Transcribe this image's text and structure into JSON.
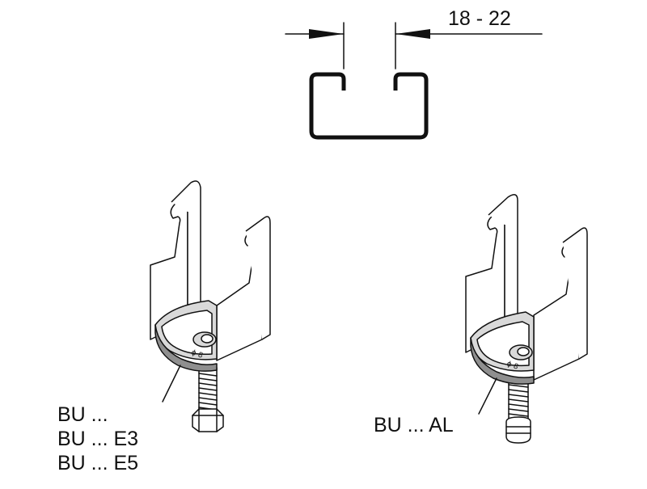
{
  "dimension_label": "18 - 22",
  "left_clamp_labels": [
    "BU ...",
    "BU ... E3",
    "BU ... E5"
  ],
  "right_clamp_label": "BU ... AL"
}
